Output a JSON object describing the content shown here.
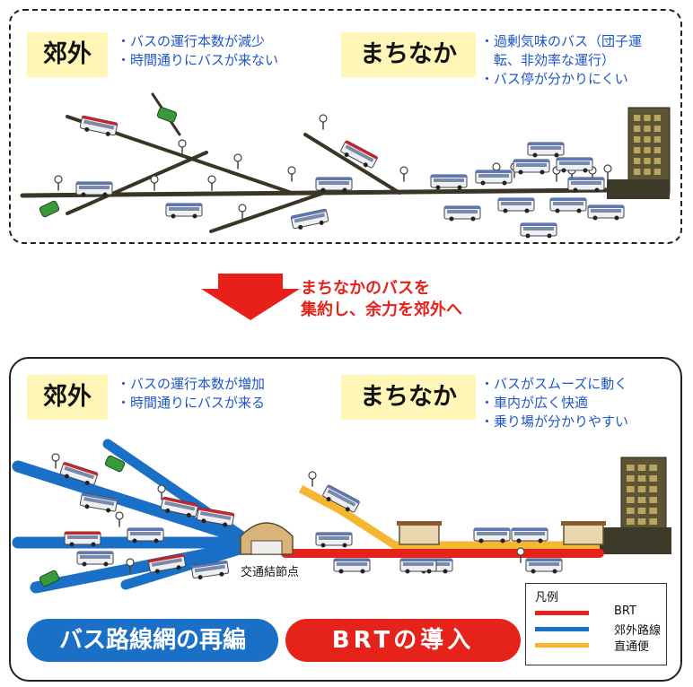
{
  "before": {
    "suburb": {
      "label": "郊外",
      "bullets": [
        "バスの運行本数が減少",
        "時間通りにバスが来ない"
      ]
    },
    "downtown": {
      "label": "まちなか",
      "bullet1": "過剰気味のバス（団子運",
      "bullet1_cont": "転、非効率な運行）",
      "bullet2": "バス停が分かりにくい"
    }
  },
  "transition": {
    "line1": "まちなかのバスを",
    "line2": "集約し、余力を郊外へ"
  },
  "after": {
    "suburb": {
      "label": "郊外",
      "bullets": [
        "バスの運行本数が増加",
        "時間通りにバスが来る"
      ]
    },
    "downtown": {
      "label": "まちなか",
      "bullets": [
        "バスがスムーズに動く",
        "車内が広く快適",
        "乗り場が分かりやすい"
      ]
    },
    "node_label": "交通結節点",
    "reorg_label": "バス路線網の再編",
    "brt_label": "BRTの導入"
  },
  "legend": {
    "title": "凡例",
    "items": [
      {
        "label": "BRT",
        "color": "#e5231b"
      },
      {
        "label": "郊外路線",
        "color": "#1a6fc6"
      },
      {
        "label": "直通便",
        "color": "#f5b731"
      }
    ]
  },
  "colors": {
    "brt": "#e5231b",
    "suburban": "#1a6fc6",
    "through": "#f5b731",
    "tag_bg": "#fff6b8",
    "text_blue": "#1e56c8",
    "arrow": "#e8201a"
  }
}
